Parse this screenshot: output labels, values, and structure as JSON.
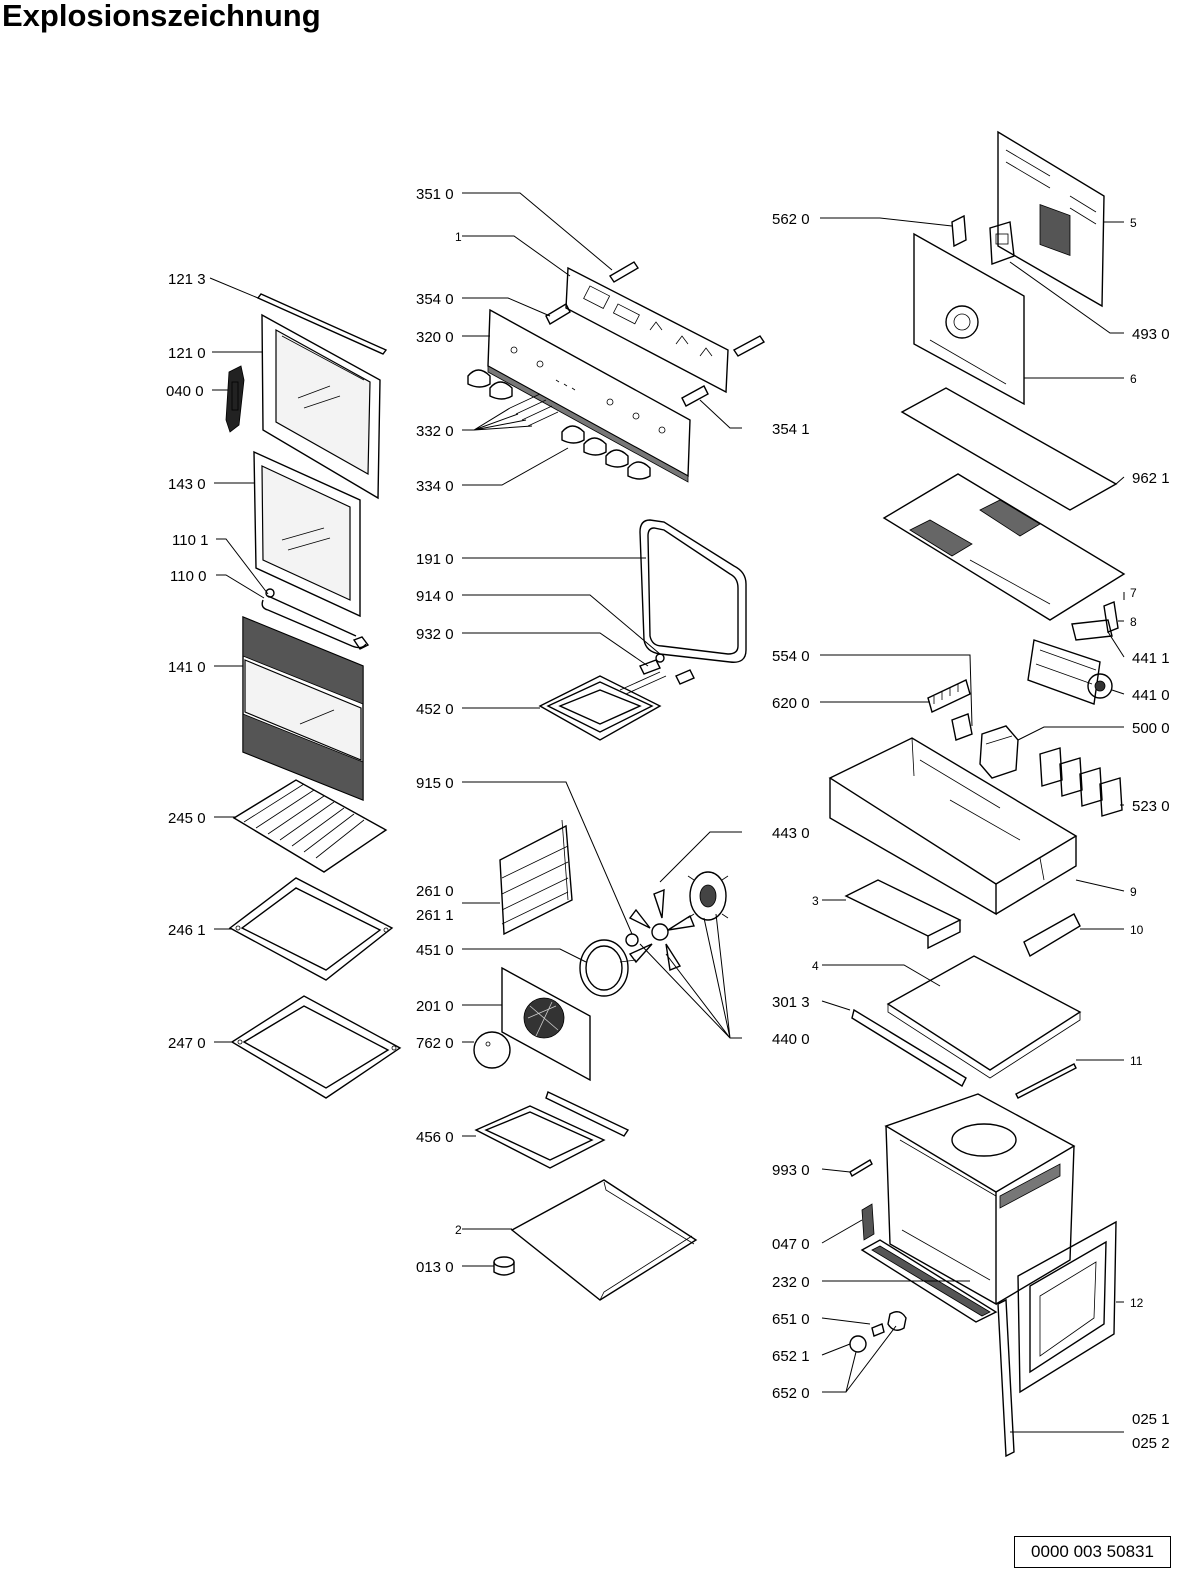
{
  "title": "Explosionszeichnung",
  "document_number": "0000 003 50831",
  "labels": {
    "l1213": "121 3",
    "l1210": "121 0",
    "l0400": "040 0",
    "l1430": "143 0",
    "l1101": "110 1",
    "l1100": "110 0",
    "l1410": "141 0",
    "l2450": "245 0",
    "l2461": "246 1",
    "l2470": "247 0",
    "l3510": "351 0",
    "l1": "1",
    "l3540": "354 0",
    "l3200": "320 0",
    "l3320": "332 0",
    "l3340": "334 0",
    "l3541": "354 1",
    "l1910": "191 0",
    "l9140": "914 0",
    "l9320": "932 0",
    "l4520": "452 0",
    "l9150": "915 0",
    "l2610": "261 0",
    "l2611": "261 1",
    "l4510": "451 0",
    "l2010": "201 0",
    "l7620": "762 0",
    "l4430": "443 0",
    "l4400": "440 0",
    "l4560": "456 0",
    "l2": "2",
    "l0130": "013 0",
    "l5620": "562 0",
    "l5": "5",
    "l4930": "493 0",
    "l6": "6",
    "l9621": "962 1",
    "l7": "7",
    "l8": "8",
    "l4411": "441 1",
    "l4410": "441 0",
    "l5540": "554 0",
    "l6200": "620 0",
    "l5000": "500 0",
    "l5230": "523 0",
    "l9": "9",
    "l3": "3",
    "l10": "10",
    "l4": "4",
    "l3013": "301 3",
    "l11": "11",
    "l9930": "993 0",
    "l0470": "047 0",
    "l2320": "232 0",
    "l6510": "651 0",
    "l6521": "652 1",
    "l6520": "652 0",
    "l12": "12",
    "l0251": "025 1",
    "l0252": "025 2"
  }
}
